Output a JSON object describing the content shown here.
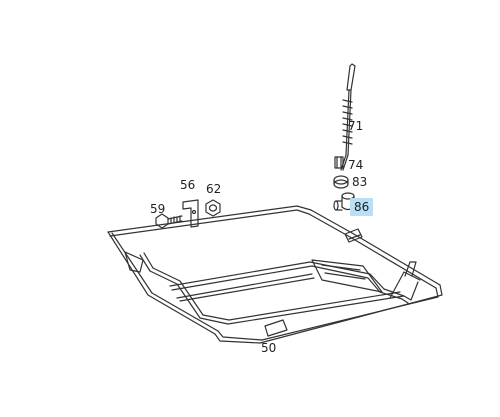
{
  "diagram": {
    "parts": [
      {
        "id": "71",
        "label": "71"
      },
      {
        "id": "74",
        "label": "74"
      },
      {
        "id": "83",
        "label": "83"
      },
      {
        "id": "86",
        "label": "86",
        "highlighted": true
      },
      {
        "id": "56",
        "label": "56"
      },
      {
        "id": "62",
        "label": "62"
      },
      {
        "id": "59",
        "label": "59"
      },
      {
        "id": "50",
        "label": "50"
      }
    ],
    "colors": {
      "line": "#333333",
      "highlight": "#b9dff7"
    }
  }
}
